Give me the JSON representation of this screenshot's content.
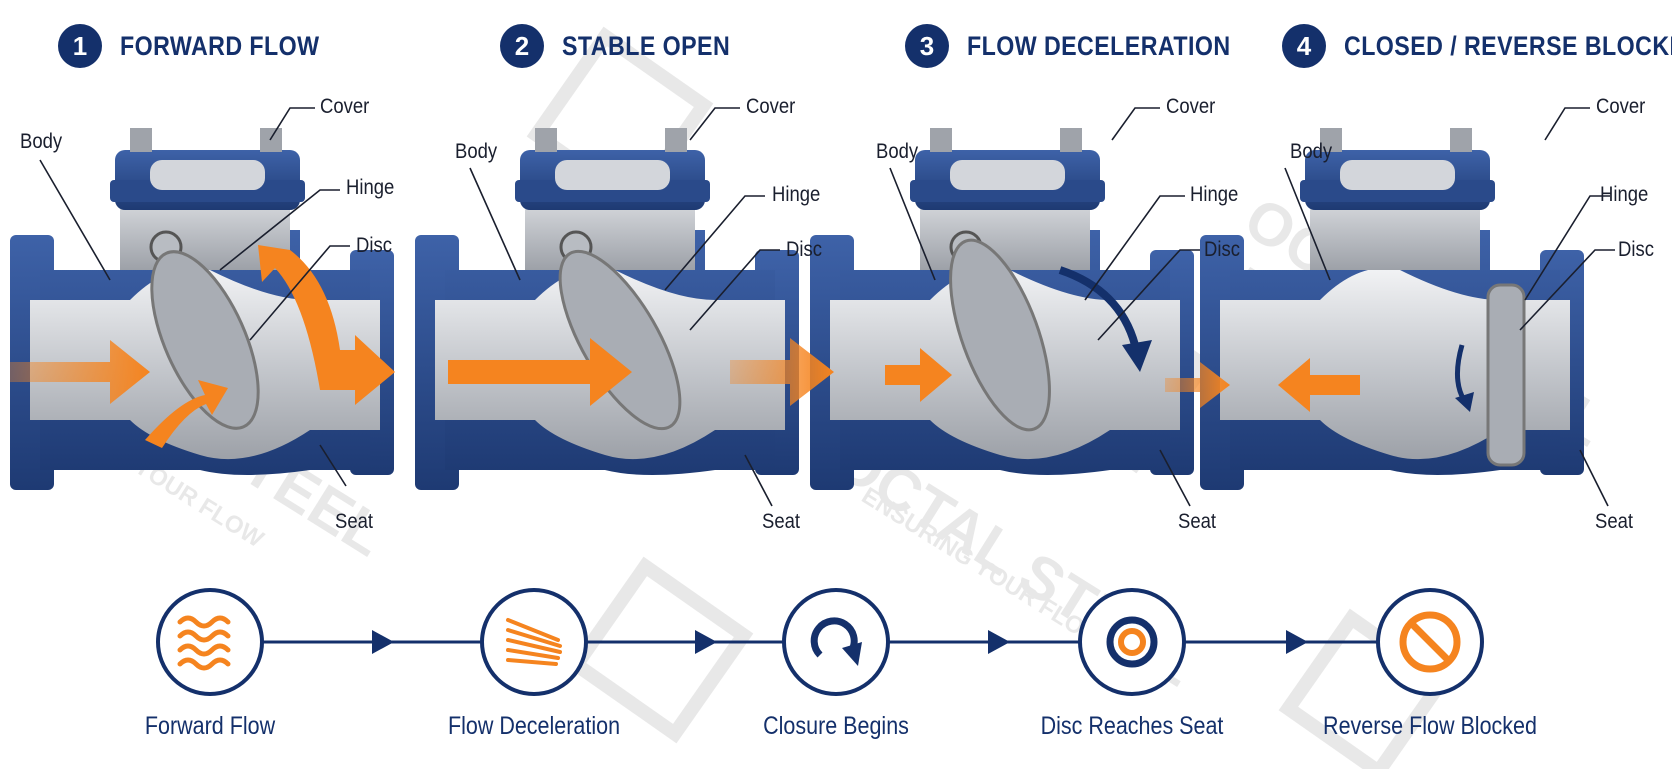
{
  "watermark": {
    "brand": "OCTAL STEEL",
    "tagline": "ENSURING YOUR FLOW"
  },
  "steps": [
    {
      "number": "1",
      "title": "FORWARD FLOW",
      "labels": {
        "cover": "Cover",
        "body": "Body",
        "hinge": "Hinge",
        "disc": "Disc",
        "seat": "Seat"
      }
    },
    {
      "number": "2",
      "title": "STABLE OPEN",
      "labels": {
        "cover": "Cover",
        "body": "Body",
        "hinge": "Hinge",
        "disc": "Disc",
        "seat": "Seat"
      }
    },
    {
      "number": "3",
      "title": "FLOW DECELERATION",
      "labels": {
        "cover": "Cover",
        "body": "Body",
        "hinge": "Hinge",
        "disc": "Disc",
        "seat": "Seat"
      }
    },
    {
      "number": "4",
      "title": "CLOSED / REVERSE BLOCKED",
      "labels": {
        "cover": "Cover",
        "body": "Body",
        "hinge": "Hinge",
        "disc": "Disc",
        "seat": "Seat"
      }
    }
  ],
  "timeline": [
    {
      "label": "Forward Flow",
      "icon": "wavy-lines-icon"
    },
    {
      "label": "Flow Deceleration",
      "icon": "decelerating-lines-icon"
    },
    {
      "label": "Closure Begins",
      "icon": "rotation-arrow-icon"
    },
    {
      "label": "Disc Reaches Seat",
      "icon": "target-rings-icon"
    },
    {
      "label": "Reverse Flow Blocked",
      "icon": "prohibited-icon"
    }
  ],
  "colors": {
    "navy": "#14306b",
    "valve_blue": "#2f4f8f",
    "orange": "#f5841f",
    "steel": "#c9ccd1"
  }
}
